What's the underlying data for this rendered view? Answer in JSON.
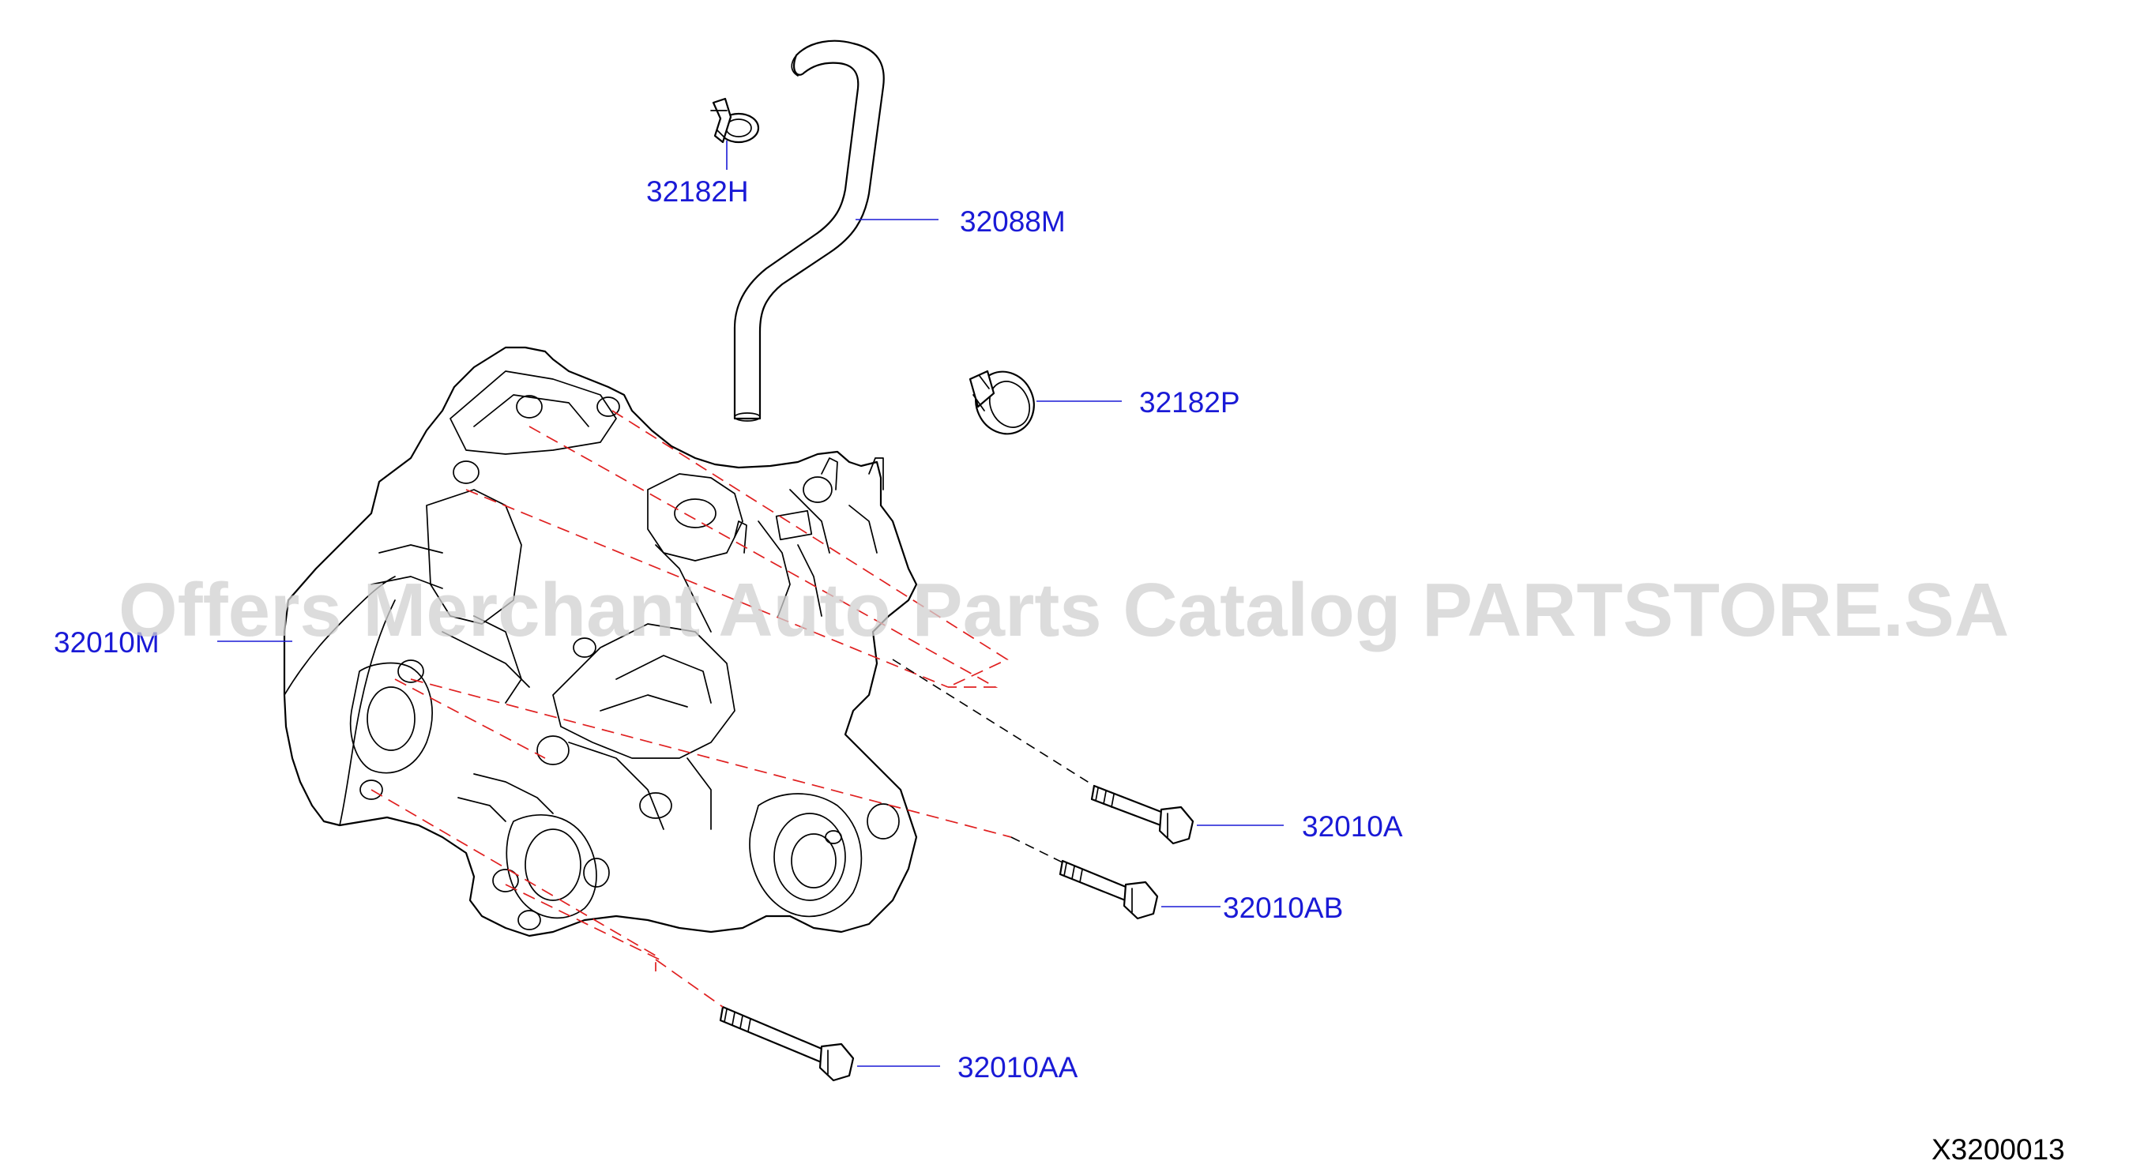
{
  "labels": {
    "p32182H": "32182H",
    "p32088M": "32088M",
    "p32182P": "32182P",
    "p32010M": "32010M",
    "p32010A": "32010A",
    "p32010AB": "32010AB",
    "p32010AA": "32010AA"
  },
  "watermark": "Offers Merchant Auto Parts Catalog PARTSTORE.SA",
  "diagram_code": "X3200013",
  "colors": {
    "label_blue": "#1a1ad6",
    "dash_red": "#e02020",
    "line_black": "#000000",
    "watermark_gray": "#d0d0d0"
  }
}
